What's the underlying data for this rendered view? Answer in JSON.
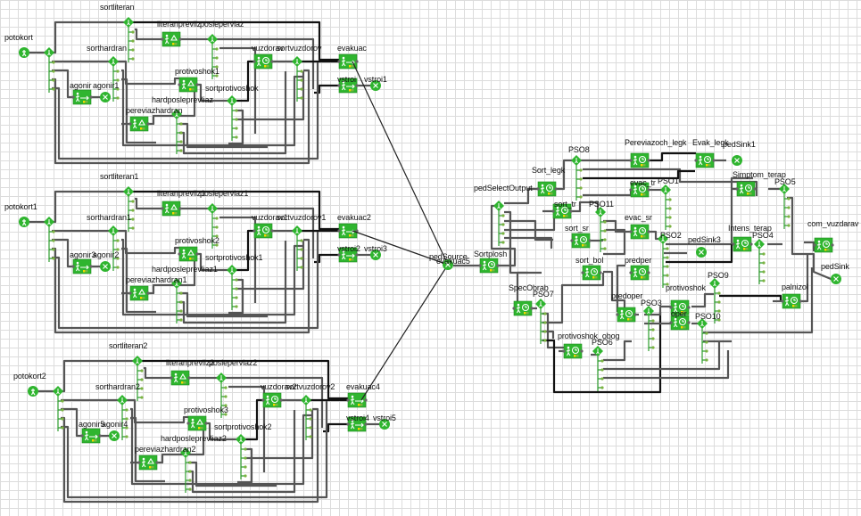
{
  "diagram": {
    "title": "Pedestrian flow model",
    "colors": {
      "block": "#2fb52f",
      "block_dark": "#1f8a1f",
      "wire": "#555555",
      "wire_bold": "#111111",
      "port": "#7cb342",
      "grid": "#dcdcdc"
    },
    "groups": [
      {
        "id": "g1",
        "source": "potokort",
        "select_out": "",
        "sort_literan": "sortliteran",
        "sort_hardran": "sorthardran",
        "literan_service": "literanprevliz",
        "literan_select": "posleperviaz",
        "agonir_service": "agonir",
        "agonir_sink": "agonir1",
        "protivoshok": "protivoshok1",
        "sort_protivoshok": "sortprotivoshok",
        "hardposle": "hardposleprevliaz",
        "pereviaz": "pereviazhardran",
        "vuzdorav": "vuzdorav",
        "sortvuzdorov": "sortvuzdorov",
        "evakuac": "evakuac",
        "vstroi": "vstroi",
        "vstroi_sink": "vstroi1"
      },
      {
        "id": "g2",
        "source": "potokort1",
        "sort_literan": "sortliteran1",
        "sort_hardran": "sorthardran1",
        "literan_service": "literanprevliz1",
        "literan_select": "posleperviaz1",
        "agonir_service": "agonir3",
        "agonir_sink": "agonir2",
        "protivoshok": "protivoshok2",
        "sort_protivoshok": "sortprotivoshok1",
        "hardposle": "hardposleprevliaz1",
        "pereviaz": "pereviazhardran1",
        "vuzdorav": "vuzdorav1",
        "sortvuzdorov": "sortvuzdorov1",
        "evakuac": "evakuac2",
        "vstroi": "vstroi2",
        "vstroi_sink": "vstroi3"
      },
      {
        "id": "g3",
        "source": "potokort2",
        "sort_literan": "sortliteran2",
        "sort_hardran": "sorthardran2",
        "literan_service": "literanprevliz2",
        "literan_select": "posleperviaz2",
        "agonir_service": "agonir5",
        "agonir_sink": "agonir4",
        "protivoshok": "protivoshok3",
        "sort_protivoshok": "sortprotivoshok2",
        "hardposle": "hardposleprevliaz2",
        "pereviaz": "pereviazhardran2",
        "vuzdorav": "vuzdorav2",
        "sortvuzdorov": "sortvuzdorov2",
        "evakuac": "evakuac4",
        "vstroi": "vstroi4",
        "vstroi_sink": "vstroi5"
      }
    ],
    "hospital": {
      "source": "pedSource",
      "source_overlay": "evakuac5",
      "sortplosh": "Sortplosh",
      "select_output": "pedSelectOutput",
      "sort_legk": "Sort_legk",
      "pso8": "PSO8",
      "pereviazoch_legk": "Pereviazoch_legk",
      "evak_legk": "Evak_legk",
      "pedsink1": "pedSink1",
      "sort_tr": "sort_tr",
      "evac_tr": "evac_tr",
      "pso1": "PSO1",
      "simptom_terap": "Simptom_terap",
      "pso5": "PSO5",
      "pso11": "PSO11",
      "sort_sr": "sort_sr",
      "evac_sr": "evac_sr",
      "pso2": "PSO2",
      "pedsink3": "pedSink3",
      "intens_terap": "Intens_terap",
      "pso4": "PSO4",
      "com_vuzdarav": "com_vuzdarav",
      "pedsink": "pedSink",
      "sort_bol": "sort_bol",
      "predper": "predper",
      "protivoshok": "protivoshok",
      "pso9": "PSO9",
      "palnizol": "palnizol",
      "specobrab": "SpecObrab",
      "pso7": "PSO7",
      "predoper": "predoper",
      "pso3": "PSO3",
      "oper": "oper",
      "pso10": "PSO10",
      "protivoshok_obog": "protivoshok_obog",
      "pso6": "PSO6"
    }
  }
}
